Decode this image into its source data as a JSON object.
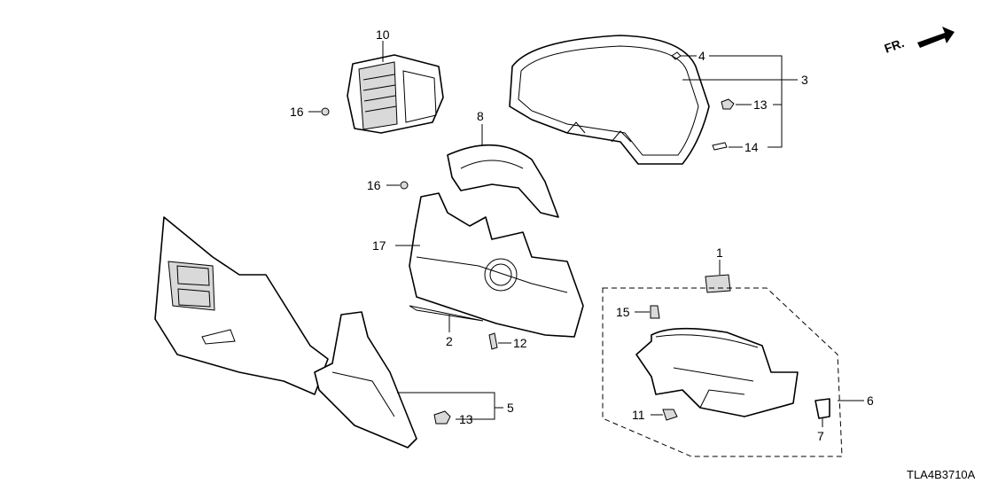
{
  "diagram_code": "TLA4B3710A",
  "direction_indicator": "FR.",
  "labels": {
    "p10": "10",
    "p16a": "16",
    "p8": "8",
    "p16b": "16",
    "p4": "4",
    "p3": "3",
    "p13a": "13",
    "p14": "14",
    "p17": "17",
    "p1": "1",
    "p15": "15",
    "p2": "2",
    "p12": "12",
    "p5": "5",
    "p13b": "13",
    "p11": "11",
    "p6": "6",
    "p7": "7"
  }
}
